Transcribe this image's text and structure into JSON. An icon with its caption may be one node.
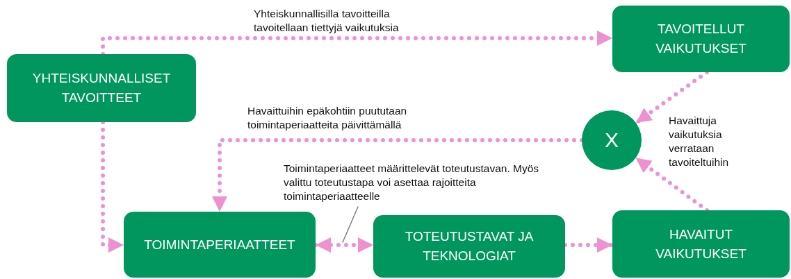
{
  "diagram": {
    "nodes": [
      {
        "text": [
          "YHTEISKUNNALLISET TAVOITTEET"
        ]
      },
      {
        "text": [
          "TAVOITELLUT VAIKUTUKSET"
        ]
      },
      {
        "text": [
          "X"
        ],
        "beside": [
          "Havaittuja vaikutuksia verrataan tavoiteltuihin"
        ]
      },
      {
        "text": [
          "TOIMINTAPERIAATTEET"
        ]
      },
      {
        "text": [
          "TOTEUTUSTAVAT JA TEKNOLOGIAT"
        ]
      },
      {
        "text": [
          "HAVAITUT VAIKUTUKSET"
        ]
      },
      {
        "text": [
          "Toimintaperiaatteet määrittelevät toteutustavan. Myös valittu toteutustapa voi asettaa rajoitteita toimintaperiaatteelle"
        ]
      }
    ],
    "edges": [
      {
        "from": 0,
        "to": 1,
        "arrow": "to",
        "style": "dashed",
        "label": "Yhteiskunnallisilla tavoitteilla tavoitellaan tiettyjä vaikutuksia"
      },
      {
        "from": 0,
        "to": 3,
        "arrow": "to",
        "style": "dashed"
      },
      {
        "from": 1,
        "to": 2,
        "arrow": "to",
        "style": "dashed"
      },
      {
        "from": 5,
        "to": 2,
        "arrow": "to",
        "style": "dashed"
      },
      {
        "from": 2,
        "to": 3,
        "arrow": "to",
        "style": "dashed",
        "label": "Havaittuihin epäkohtiin puututaan toimintaperiaatteita päivittämällä"
      },
      {
        "from": 3,
        "to": 4,
        "arrow": "both",
        "style": "dashed"
      },
      {
        "from": 4,
        "to": 5,
        "arrow": "to",
        "style": "dashed"
      },
      {
        "from": 6,
        "to": null,
        "arrow": "none",
        "color": "#808080"
      }
    ]
  }
}
